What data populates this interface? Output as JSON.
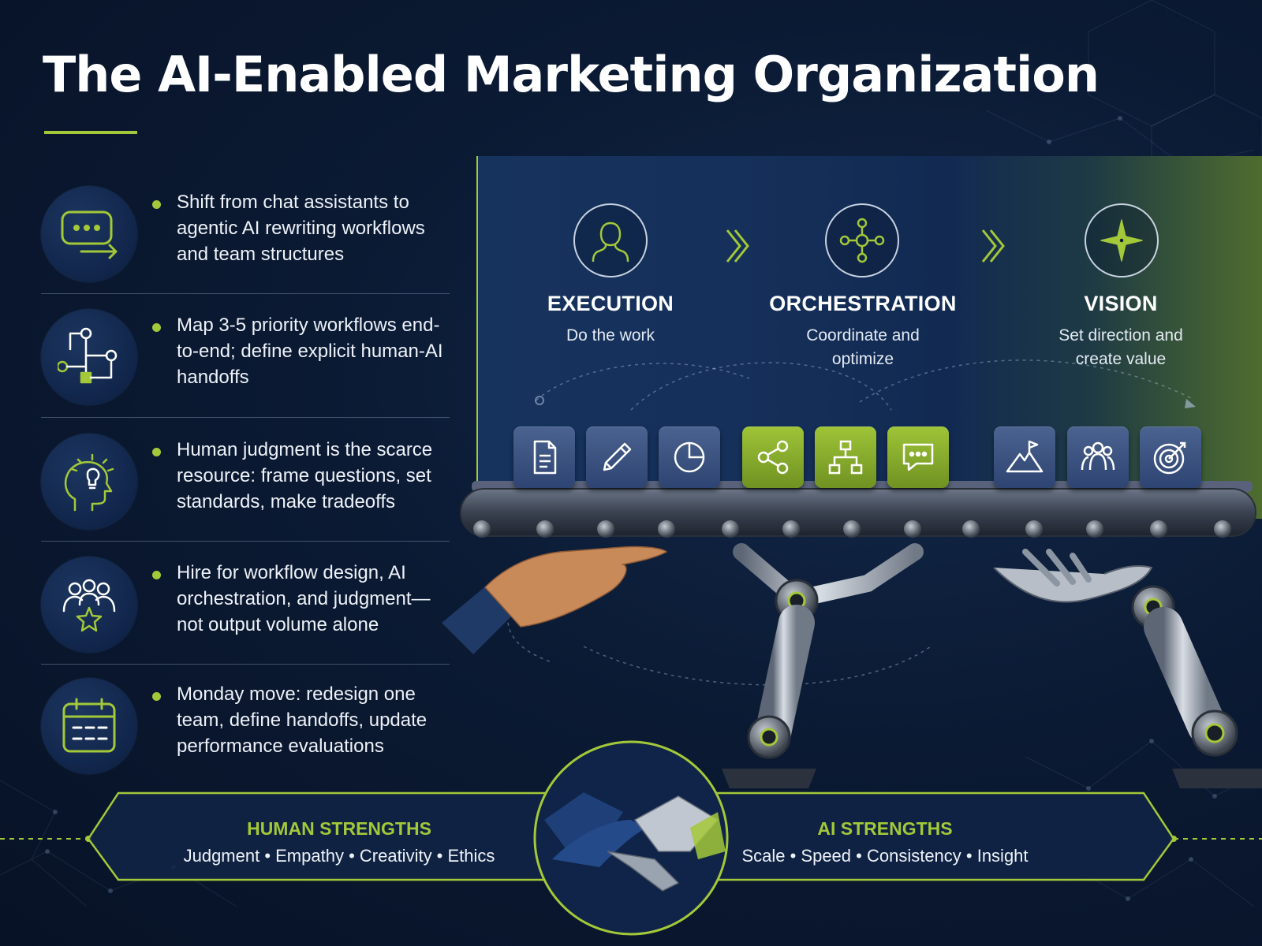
{
  "title": "The AI-Enabled Marketing Organization",
  "bullets": [
    {
      "icon": "chat-arrow-icon",
      "text": "Shift from chat assistants to agentic AI rewriting workflows and team structures"
    },
    {
      "icon": "workflow-map-icon",
      "text": "Map 3-5 priority workflows end-to-end; define explicit human-AI handoffs"
    },
    {
      "icon": "head-lightbulb-icon",
      "text": "Human judgment is the scarce resource: frame questions, set standards, make tradeoffs"
    },
    {
      "icon": "team-star-icon",
      "text": "Hire for workflow design, AI orchestration, and judgment—not output volume alone"
    },
    {
      "icon": "calendar-icon",
      "text": "Monday move: redesign one team, define handoffs, update performance evaluations"
    }
  ],
  "stages": [
    {
      "icon": "person-icon",
      "name": "EXECUTION",
      "desc_line1": "Do the work",
      "desc_line2": ""
    },
    {
      "icon": "network-hub-icon",
      "name": "ORCHESTRATION",
      "desc_line1": "Coordinate and",
      "desc_line2": "optimize"
    },
    {
      "icon": "compass-star-icon",
      "name": "VISION",
      "desc_line1": "Set direction and",
      "desc_line2": "create value"
    }
  ],
  "conveyor_tiles": [
    {
      "icon": "document-icon",
      "color": "blue"
    },
    {
      "icon": "pencil-icon",
      "color": "blue"
    },
    {
      "icon": "pie-chart-icon",
      "color": "blue"
    },
    {
      "icon": "share-icon",
      "color": "green"
    },
    {
      "icon": "hierarchy-icon",
      "color": "green"
    },
    {
      "icon": "chat-bubbles-icon",
      "color": "green"
    },
    {
      "icon": "mountain-flag-icon",
      "color": "blue"
    },
    {
      "icon": "group-icon",
      "color": "blue"
    },
    {
      "icon": "target-icon",
      "color": "blue"
    }
  ],
  "strengths": {
    "human": {
      "title": "HUMAN STRENGTHS",
      "items": "Judgment • Empathy • Creativity • Ethics"
    },
    "ai": {
      "title": "AI STRENGTHS",
      "items": "Scale • Speed • Consistency • Insight"
    }
  },
  "colors": {
    "accent": "#a3c839",
    "background": "#0b1a33",
    "panel": "#15305a",
    "tile_blue": "#3a5282",
    "tile_green": "#8db22e"
  }
}
